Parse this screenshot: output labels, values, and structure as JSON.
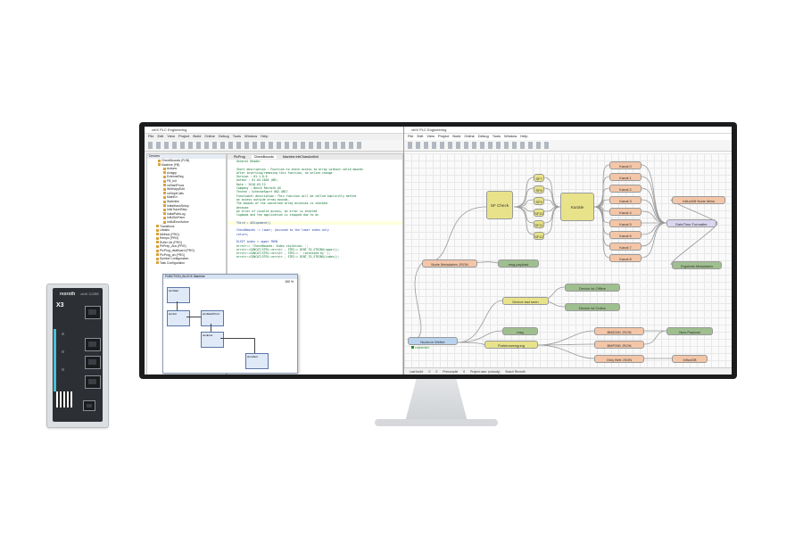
{
  "device": {
    "brand": "rexroth",
    "model": "ctrlX CORE",
    "label": "X3"
  },
  "ide": {
    "title": "ctrlX PLC Engineering",
    "menu": [
      "File",
      "Edit",
      "View",
      "Project",
      "Build",
      "Online",
      "Debug",
      "Tools",
      "Window",
      "Help"
    ],
    "tree_header": "Devices",
    "tree_items": [
      "CheckBounds (FUN)",
      "Machine (FB)",
      "Actions",
      "Axisgrp",
      "ExternalSeg",
      "FB_Init",
      "xxStartProcs",
      "WriteAppEdit",
      "xxStoptCalls",
      "MainErr",
      "Watchlist",
      "InitialHashSetup",
      "InitsTravelStep",
      "InitialPathLog",
      "InitUSerParm",
      "InitAtErrorActive",
      "Transitions",
      "Libtabs",
      "Method (PRG)",
      "Remps (PRG)",
      "Roller Lib (PRG)",
      "PhPrep_Aus (PRG)",
      "PlcProg_deaBoard (PRG)",
      "PlcProg_ah (PRG)",
      "Symbol Configuration",
      "Task Configuration"
    ],
    "tabs": [
      "PlcProg",
      "CheckBounds",
      "Machine.InitCharsAxitInit"
    ],
    "code_lines": [
      "  General Header",
      "",
      "  Short description  : Function to check access to array without valid bounds",
      "                       After inserting/removing this function, no online-change",
      "  Version            : 01.1.0.0",
      "  Author             : 01.04.2020 (BR)",
      "  Date               : 2018-03-12",
      "  Company            : Bosch Rexroth AG",
      "  Tested             : ScheckeSport 002-4B17",
      "  Functional description: This function will be called implicitly before",
      "                       an access outside array bounds.",
      "                       The bounds of the concerned array accesses is checked",
      "                       because",
      "                       An error of invalid access, an error is entered",
      "                       logbook and the application is stopped due to an",
      "",
      "  Third = ASSignment()",
      "",
      "  CheckBounds := lower; (accused to the lower index only",
      "  return;",
      "",
      "  ELSIF  index > upper THEN",
      "    errstr:= 'CheckBounds: Index violation: ';",
      "    errstr:=CONCAT(STR1:=errstr , STR2:= DINT_TO_STRING(upper));",
      "    errstr:=CONCAT(STR1:=errstr , STR2:= ' (accessed by ');",
      "    errstr:=CONCAT(STR1:=errstr , STR2:= DINT_TO_STRING(index));"
    ],
    "fbd_title": "FUNCTION_BLOCK Machine",
    "fbd_blocks": [
      "stmStart",
      "stmInit",
      "stmMachProd",
      "stmError",
      "stmAbort"
    ],
    "zoom": "100 %"
  },
  "node_red": {
    "title": "ctrlX PLC Engineering",
    "menu": [
      "File",
      "Edit",
      "View",
      "Project",
      "Build",
      "Online",
      "Debug",
      "Tools",
      "Window",
      "Help"
    ],
    "nodes": {
      "sf_outputs": [
        "SF7",
        "SF8",
        "SF9",
        "SF10",
        "SF11",
        "SF12"
      ],
      "sf_check": "SF Check",
      "kanale": "Kanäle",
      "kanal": [
        "Kanal 0",
        "Kanal 1",
        "Kanal 2",
        "Kanal 3",
        "Kanal 4",
        "Kanal 5",
        "Kanal 6",
        "Kanal 7",
        "Kanal 8"
      ],
      "influx_meta": "InfluxDB Node Meta",
      "datetime": "DateTime Formatter",
      "ergebnis": "Ergebnis Metadaten",
      "node_meta_json": "Node Metadaten JSON",
      "msg_payload_1": "msg.payload",
      "device_last_seen": "Device last seen",
      "device_offline": "Device ist Offline",
      "device_online": "Device ist Online",
      "msg": "msg",
      "nucleon": "Nucleon Wetter",
      "connected": "connected",
      "portierzwengung": "Portierzwengung",
      "bme280": "BME280 JSON",
      "bmp280": "BMP280 JSON",
      "only_bett": "Only Bett JSON",
      "new_payload": "New Payload",
      "influxdb": "InfluxDB"
    },
    "status": [
      "Last build:",
      "0",
      "0",
      "Precompile",
      "0",
      "Project user: (nobody)",
      "Bosch Rexroth"
    ]
  }
}
